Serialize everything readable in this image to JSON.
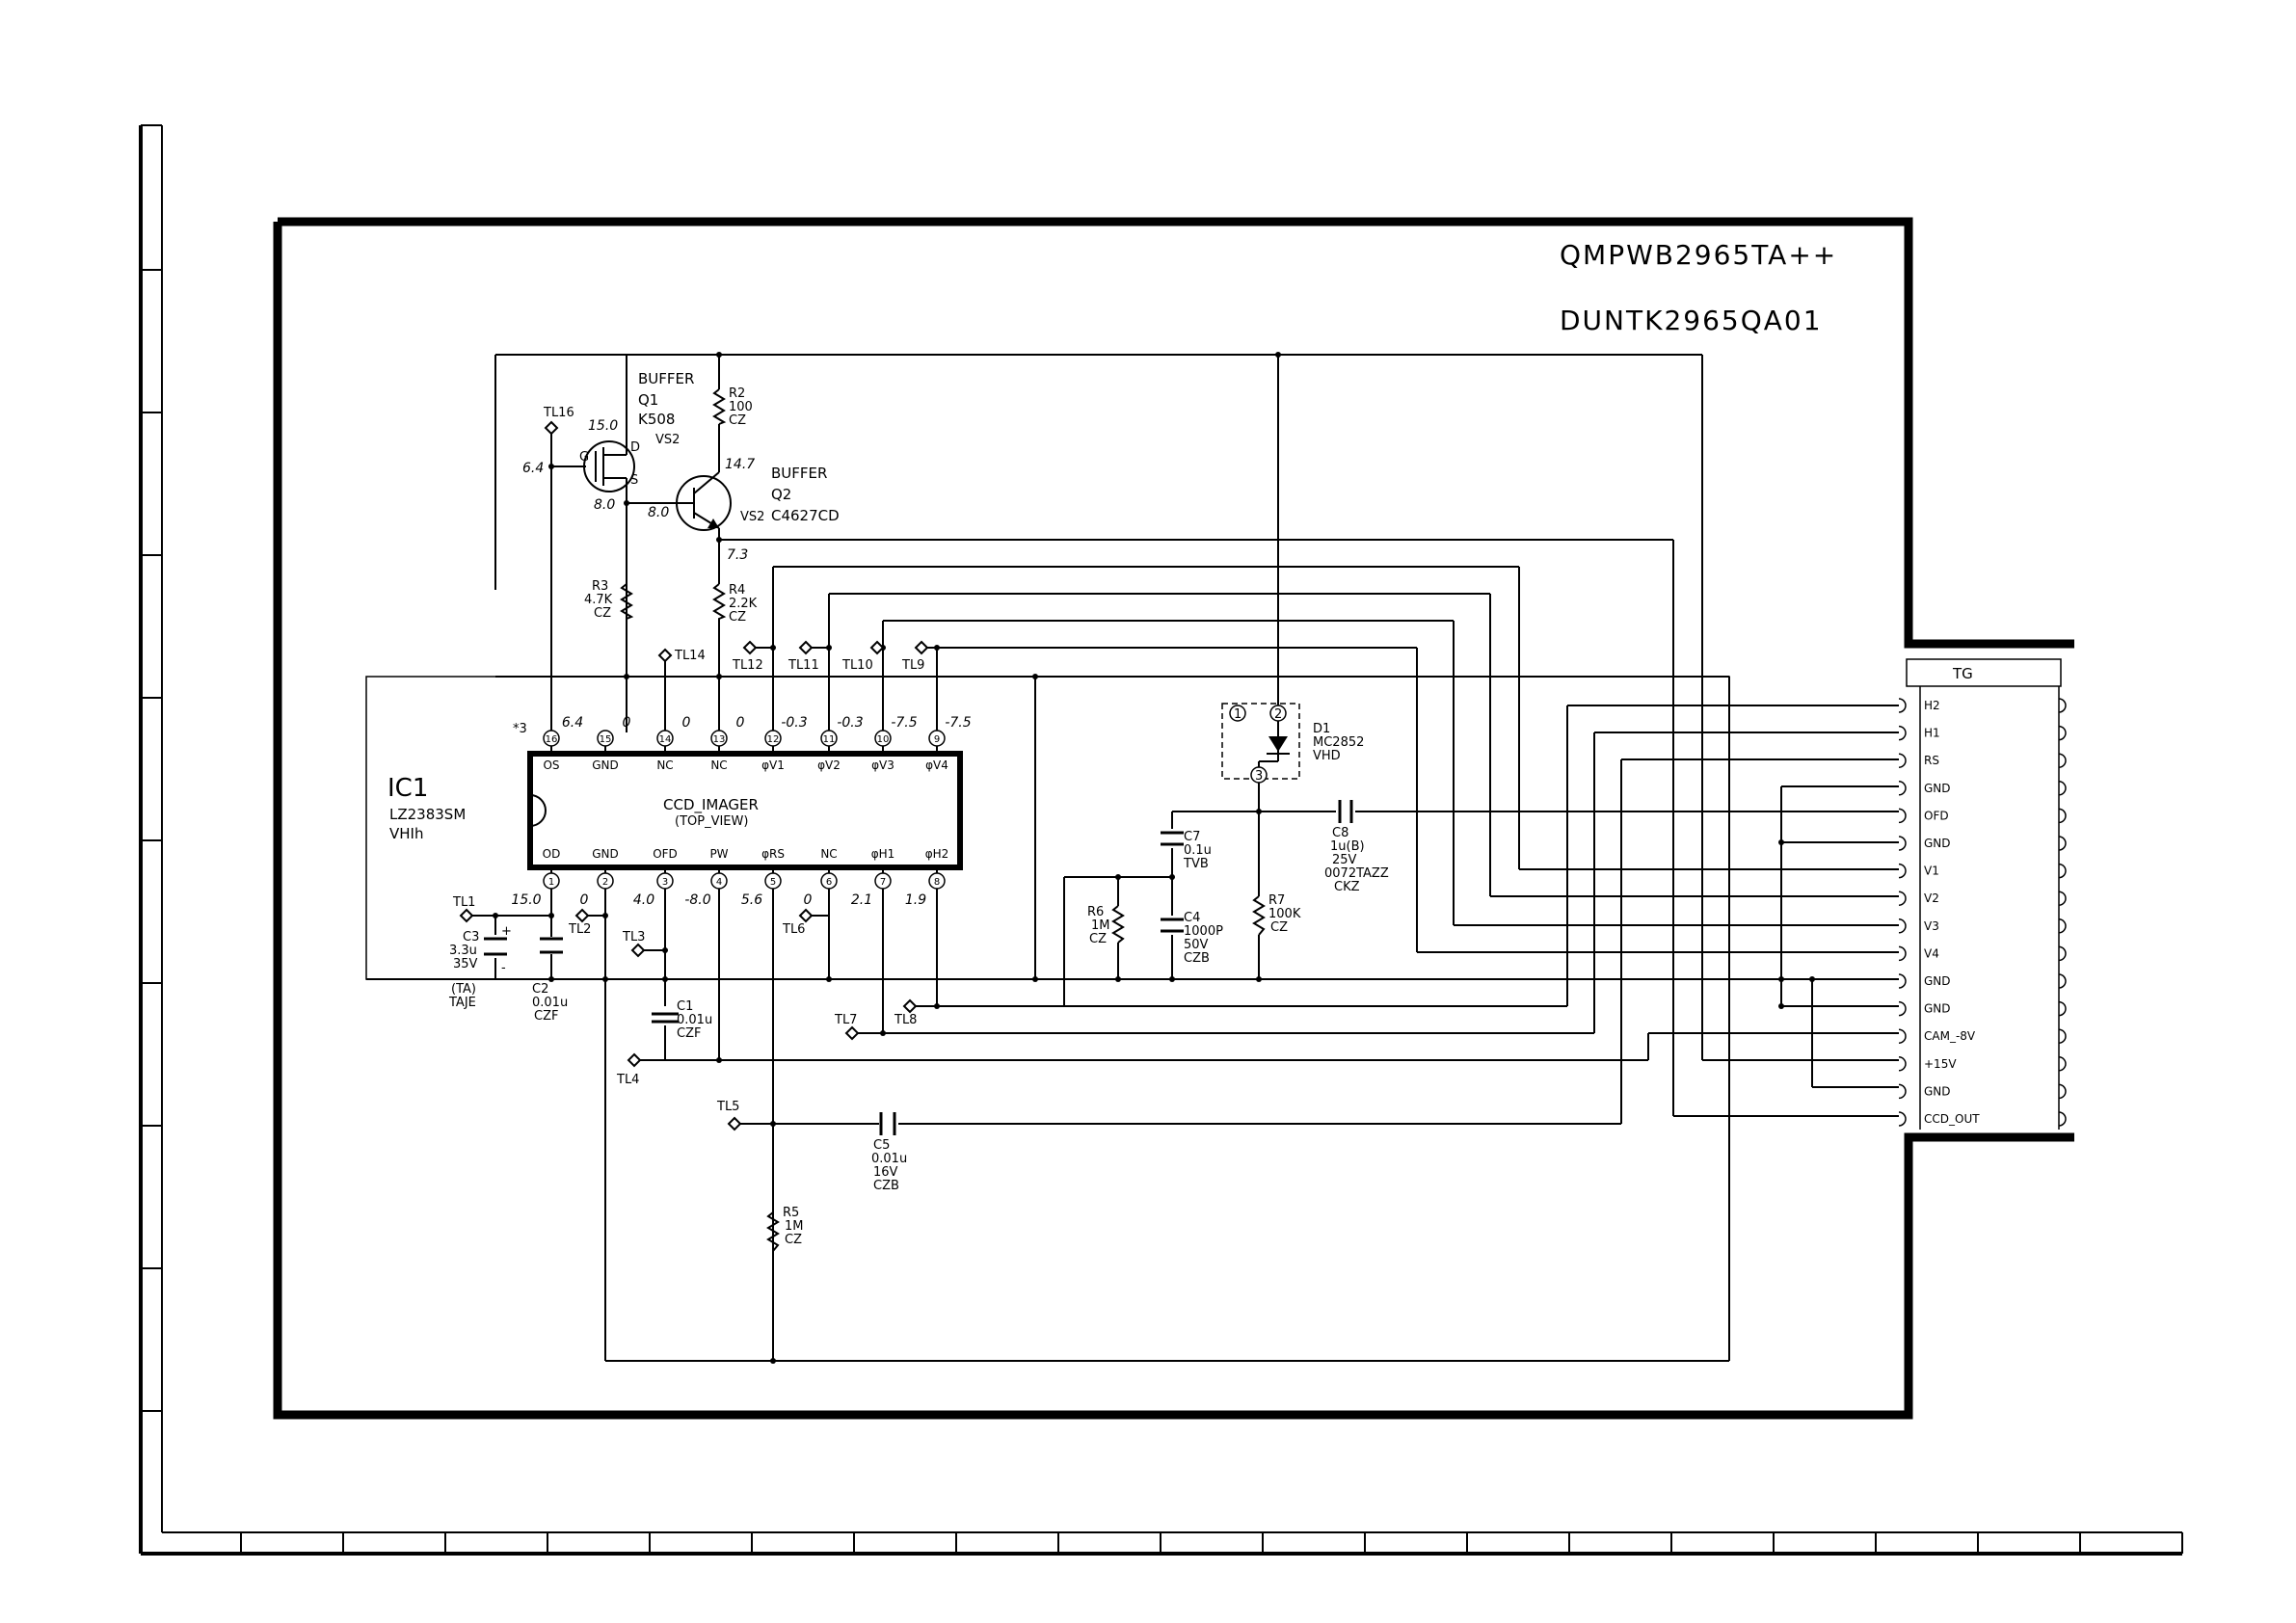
{
  "board": {
    "title_1": "QMPWB2965TA++",
    "title_2": "DUNTK2965QA01"
  },
  "q1": {
    "name": "BUFFER",
    "ref": "Q1",
    "part": "K508",
    "type": "VS2",
    "g": "G",
    "d": "D",
    "s": "S",
    "v_d": "15.0",
    "v_g": "6.4",
    "v_s": "8.0"
  },
  "q2": {
    "name": "BUFFER",
    "ref": "Q2",
    "part": "C4627CD",
    "type": "VS2",
    "v_c": "14.7",
    "v_b": "8.0",
    "v_e": "7.3"
  },
  "r2": {
    "ref": "R2",
    "val": "100",
    "type": "CZ"
  },
  "r3": {
    "ref": "R3",
    "val": "4.7K",
    "type": "CZ"
  },
  "r4": {
    "ref": "R4",
    "val": "2.2K",
    "type": "CZ"
  },
  "r5": {
    "ref": "R5",
    "val": "1M",
    "type": "CZ"
  },
  "r6": {
    "ref": "R6",
    "val": "1M",
    "type": "CZ"
  },
  "r7": {
    "ref": "R7",
    "val": "100K",
    "type": "CZ"
  },
  "c1": {
    "ref": "C1",
    "val": "0.01u",
    "type": "CZF"
  },
  "c2": {
    "ref": "C2",
    "val": "0.01u",
    "type": "CZF"
  },
  "c3": {
    "ref": "C3",
    "val": "3.3u",
    "volt": "35V",
    "note": "(TA)",
    "type": "TAJE",
    "plus": "+",
    "minus": "-"
  },
  "c4": {
    "ref": "C4",
    "val": "1000P",
    "volt": "50V",
    "type": "CZB"
  },
  "c5": {
    "ref": "C5",
    "val": "0.01u",
    "volt": "16V",
    "type": "CZB"
  },
  "c7": {
    "ref": "C7",
    "val": "0.1u",
    "type": "TVB"
  },
  "c8": {
    "ref": "C8",
    "val": "1u(B)",
    "volt": "25V",
    "part": "0072TAZZ",
    "type": "CKZ"
  },
  "d1": {
    "ref": "D1",
    "part": "MC2852",
    "type": "VHD",
    "p1": "1",
    "p2": "2",
    "p3": "3"
  },
  "ic1": {
    "ref": "IC1",
    "part": "LZ2383SM",
    "type": "VHIh",
    "mark": "*3",
    "title": "CCD_IMAGER",
    "subtitle": "(TOP_VIEW)"
  },
  "ic_top_pins": [
    {
      "num": "16",
      "name": "OS",
      "volt": "6.4"
    },
    {
      "num": "15",
      "name": "GND",
      "volt": "0"
    },
    {
      "num": "14",
      "name": "NC",
      "volt": "0"
    },
    {
      "num": "13",
      "name": "NC",
      "volt": "0"
    },
    {
      "num": "12",
      "name": "φV1",
      "volt": "-0.3"
    },
    {
      "num": "11",
      "name": "φV2",
      "volt": "-0.3"
    },
    {
      "num": "10",
      "name": "φV3",
      "volt": "-7.5"
    },
    {
      "num": "9",
      "name": "φV4",
      "volt": "-7.5"
    }
  ],
  "ic_bottom_pins": [
    {
      "num": "1",
      "name": "OD",
      "volt": "15.0"
    },
    {
      "num": "2",
      "name": "GND",
      "volt": "0"
    },
    {
      "num": "3",
      "name": "OFD",
      "volt": "4.0"
    },
    {
      "num": "4",
      "name": "PW",
      "volt": "-8.0"
    },
    {
      "num": "5",
      "name": "φRS",
      "volt": "5.6"
    },
    {
      "num": "6",
      "name": "NC",
      "volt": "0"
    },
    {
      "num": "7",
      "name": "φH1",
      "volt": "2.1"
    },
    {
      "num": "8",
      "name": "φH2",
      "volt": "1.9"
    }
  ],
  "test_points": {
    "tl1": "TL1",
    "tl2": "TL2",
    "tl3": "TL3",
    "tl4": "TL4",
    "tl5": "TL5",
    "tl6": "TL6",
    "tl7": "TL7",
    "tl8": "TL8",
    "tl9": "TL9",
    "tl10": "TL10",
    "tl11": "TL11",
    "tl12": "TL12",
    "tl14": "TL14",
    "tl16": "TL16"
  },
  "tg": {
    "title": "TG",
    "pins": [
      "H2",
      "H1",
      "RS",
      "GND",
      "OFD",
      "GND",
      "V1",
      "V2",
      "V3",
      "V4",
      "GND",
      "GND",
      "CAM_-8V",
      "+15V",
      "GND",
      "CCD_OUT"
    ]
  }
}
